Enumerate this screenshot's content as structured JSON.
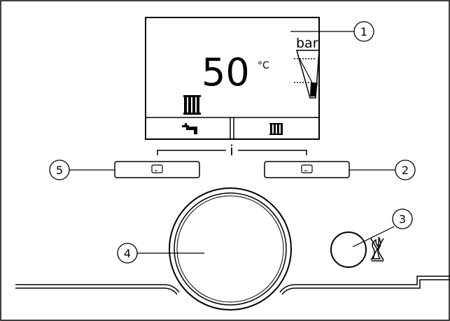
{
  "display": {
    "temperature": "50",
    "temperature_unit": "°C",
    "pressure_unit": "bar",
    "info_label": "i"
  },
  "callouts": [
    {
      "number": "1",
      "target": "display"
    },
    {
      "number": "2",
      "target": "right-selection-button"
    },
    {
      "number": "3",
      "target": "fault-clear-button"
    },
    {
      "number": "4",
      "target": "rotary-knob"
    },
    {
      "number": "5",
      "target": "left-selection-button"
    }
  ]
}
